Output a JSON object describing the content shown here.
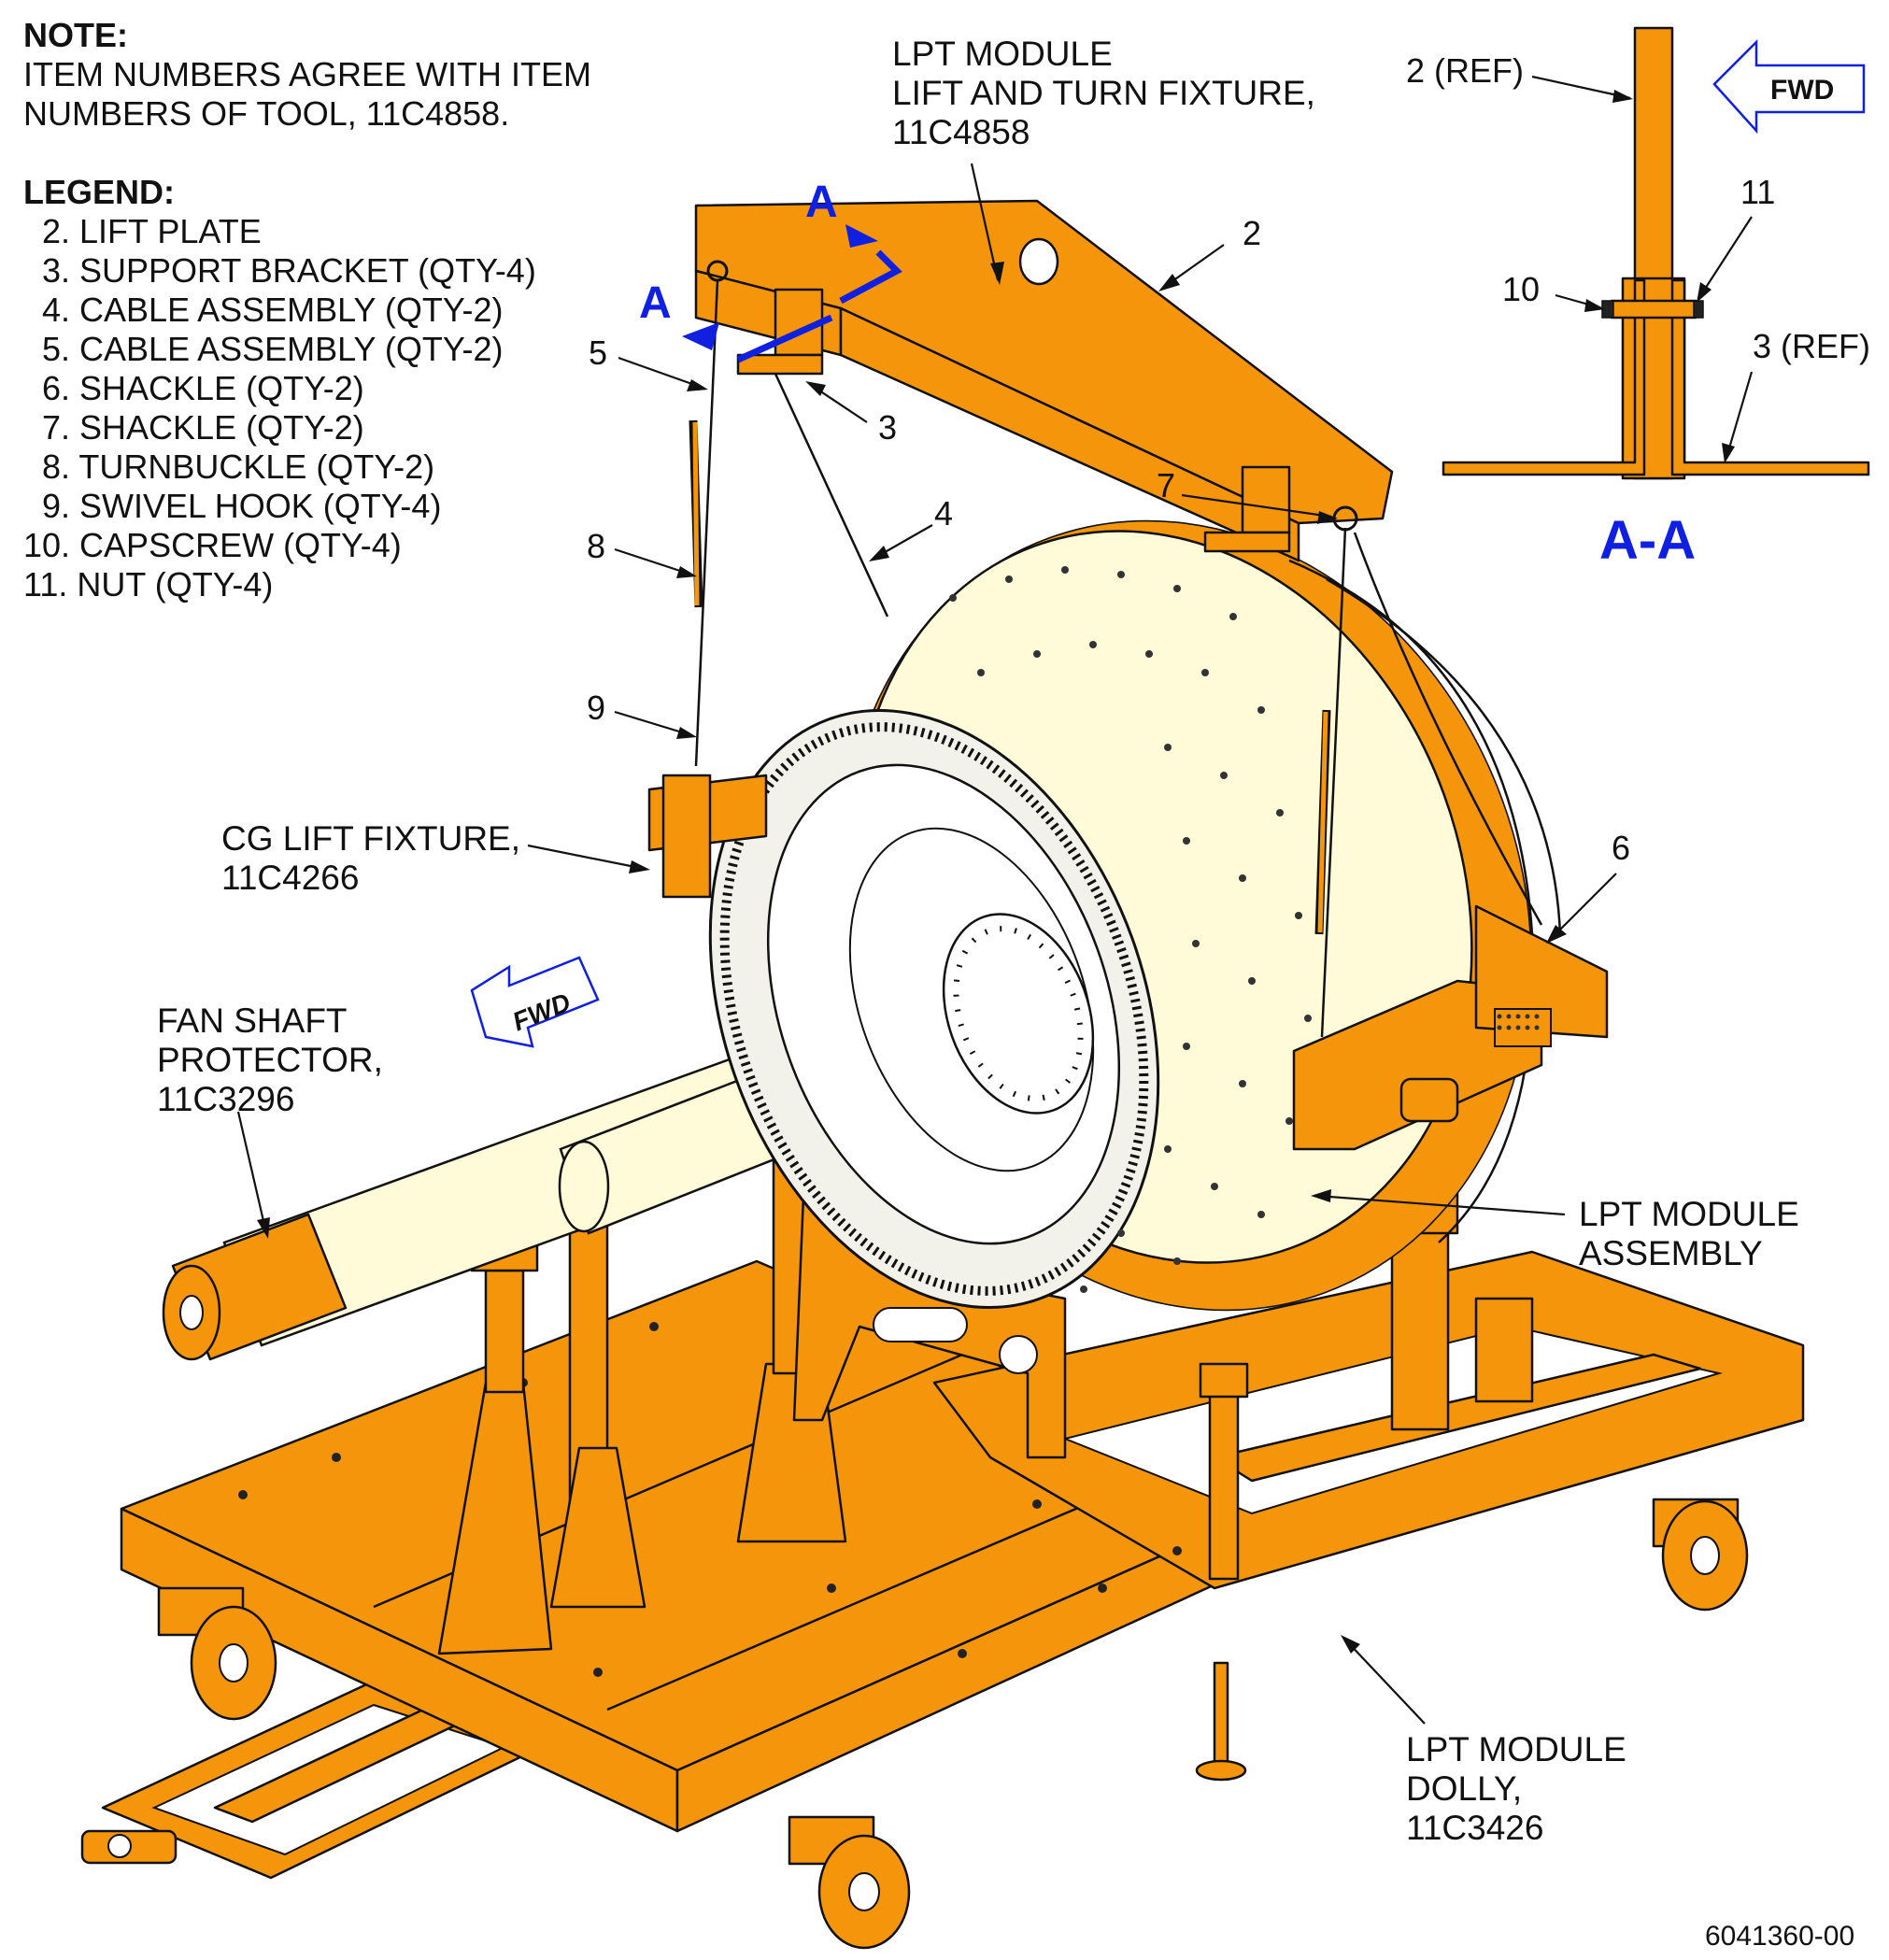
{
  "note": {
    "heading": "NOTE:",
    "lines": [
      "ITEM NUMBERS AGREE WITH ITEM",
      "NUMBERS OF TOOL, 11C4858."
    ]
  },
  "legend": {
    "heading": "LEGEND:",
    "items": [
      "2. LIFT PLATE",
      "3. SUPPORT BRACKET (QTY-4)",
      "4. CABLE ASSEMBLY (QTY-2)",
      "5. CABLE ASSEMBLY (QTY-2)",
      "6. SHACKLE (QTY-2)",
      "7. SHACKLE (QTY-2)",
      "8. TURNBUCKLE (QTY-2)",
      "9. SWIVEL HOOK (QTY-4)",
      "10. CAPSCREW (QTY-4)",
      "11. NUT (QTY-4)"
    ]
  },
  "labels": {
    "lift_turn_fixture": [
      "LPT MODULE",
      "LIFT AND TURN FIXTURE,",
      "11C4858"
    ],
    "cg_lift_fixture": [
      "CG LIFT FIXTURE,",
      "11C4266"
    ],
    "fan_shaft_protector": [
      "FAN SHAFT",
      "PROTECTOR,",
      "11C3296"
    ],
    "lpt_module_assembly": [
      "LPT MODULE",
      "ASSEMBLY"
    ],
    "lpt_module_dolly": [
      "LPT MODULE",
      "DOLLY,",
      "11C3426"
    ]
  },
  "callouts": {
    "n2": "2",
    "n3": "3",
    "n4": "4",
    "n5": "5",
    "n6": "6",
    "n7": "7",
    "n8": "8",
    "n9": "9",
    "n10": "10",
    "n11": "11"
  },
  "section_view": {
    "title": "A-A",
    "ref_2": "2 (REF)",
    "ref_3": "3 (REF)",
    "callout_10": "10",
    "callout_11": "11",
    "fwd": "FWD"
  },
  "section_markers": {
    "upper": "A",
    "lower": "A"
  },
  "fwd_main": "FWD",
  "figure_id": "6041360-00",
  "colors": {
    "tool_orange": "#f5950b",
    "module_cream": "#fffbd9",
    "section_blue": "#1020e0"
  }
}
